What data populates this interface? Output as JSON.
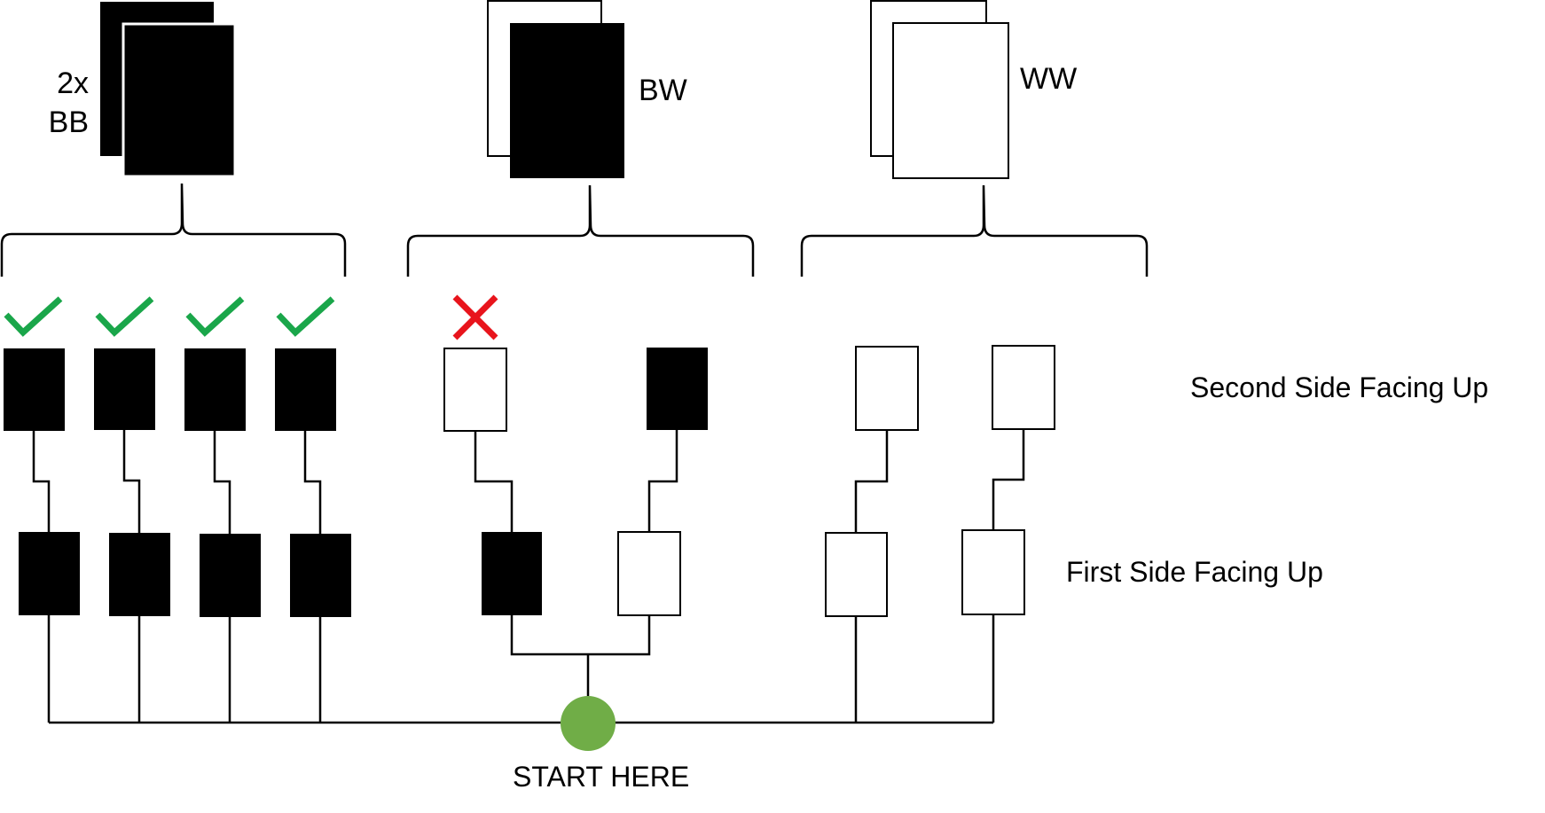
{
  "colors": {
    "ink": "#000000",
    "paper": "#ffffff",
    "check": "#1aa64a",
    "cross": "#e8141c",
    "start": "#70ad47"
  },
  "cards": {
    "bb_line1": "2x",
    "bb_line2": "BB",
    "bw": "BW",
    "ww": "WW"
  },
  "rows": {
    "second_side": "Second Side Facing Up",
    "first_side": "First Side Facing Up"
  },
  "start": {
    "label": "START HERE"
  },
  "icons": {
    "valid": "check-icon",
    "invalid": "cross-icon",
    "start": "circle-icon"
  }
}
